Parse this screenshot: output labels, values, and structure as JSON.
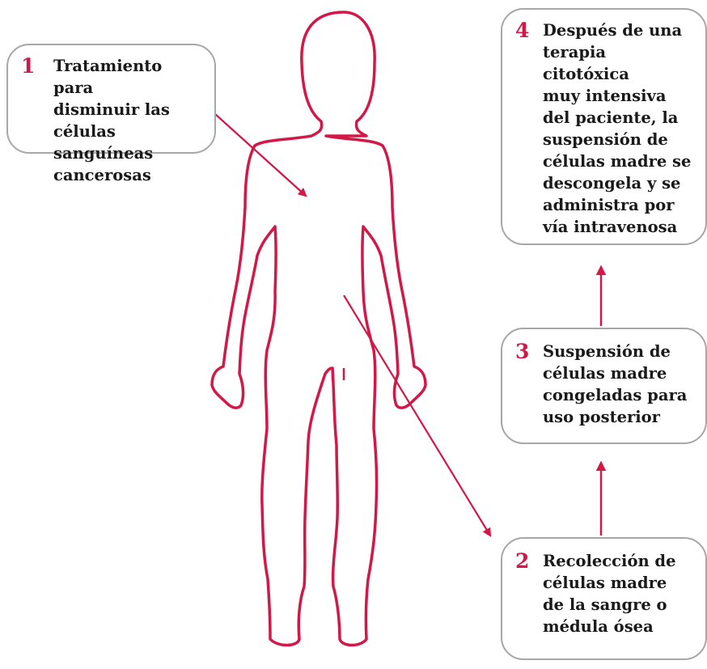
{
  "colors": {
    "accent": "#d31747",
    "box_border": "#a7a7a7",
    "text": "#1a1a1a"
  },
  "steps": [
    {
      "num": "1",
      "text": "Tratamiento para\ndisminuir las\ncélulas sanguíneas\ncancerosas"
    },
    {
      "num": "2",
      "text": "Recolección de\ncélulas madre\nde la sangre o\nmédula ósea"
    },
    {
      "num": "3",
      "text": "Suspensión de\ncélulas madre\ncongeladas para\nuso posterior"
    },
    {
      "num": "4",
      "text": "Después de una\nterapia citotóxica\nmuy intensiva\ndel paciente, la\nsuspensión de\ncélulas madre se\ndescongela y se\nadministra por\nvía intravenosa"
    }
  ]
}
